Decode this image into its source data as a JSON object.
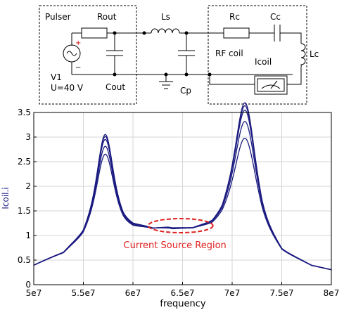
{
  "schematic": {
    "pulser_box_label": "Pulser",
    "coil_box_label": "",
    "labels": {
      "rout": "Rout",
      "ls": "Ls",
      "rc": "Rc",
      "cc": "Cc",
      "rf_coil": "RF coil",
      "icoil": "Icoil",
      "lc": "Lc",
      "v1": "V1",
      "u": "U=40 V",
      "cout": "Cout",
      "cp": "Cp",
      "plus": "+",
      "minus": "−"
    }
  },
  "chart_data": {
    "type": "line",
    "xlabel": "frequency",
    "ylabel": "Icoil.i",
    "xlim": [
      50000000,
      80000000
    ],
    "ylim": [
      0,
      3.5
    ],
    "xticks": [
      "5e7",
      "5.5e7",
      "6e7",
      "6.5e7",
      "7e7",
      "7.5e7",
      "8e7"
    ],
    "yticks": [
      "0",
      "0.5",
      "1",
      "1.5",
      "2",
      "2.5",
      "3",
      "3.5"
    ],
    "grid": true,
    "line_color": "#1a1a80",
    "annotation": {
      "text": "Current Source Region",
      "color": "#e02020",
      "center": [
        64800000,
        1.2
      ]
    },
    "series": [
      {
        "peaks": [
          2.82,
          3.48
        ],
        "x": [
          50000000,
          53000000,
          55000000,
          56000000,
          57000000,
          58000000,
          59000000,
          60000000,
          62000000,
          64000000,
          66000000,
          68000000,
          69000000,
          70000000,
          71000000,
          72000000,
          73000000,
          75000000,
          78000000,
          80000000
        ],
        "values": [
          0.42,
          0.74,
          1.3,
          2.0,
          2.82,
          2.3,
          1.72,
          1.48,
          1.26,
          1.2,
          1.26,
          1.5,
          1.85,
          2.7,
          3.48,
          2.6,
          1.6,
          0.78,
          0.42,
          0.32
        ]
      },
      {
        "peaks": [
          2.78,
          3.42
        ],
        "x": [
          50000000,
          53000000,
          55000000,
          56000000,
          57000000,
          58000000,
          59000000,
          60000000,
          62000000,
          64000000,
          66000000,
          68000000,
          69000000,
          70000000,
          71000000,
          72000000,
          73000000,
          75000000,
          78000000,
          80000000
        ],
        "values": [
          0.42,
          0.74,
          1.3,
          1.98,
          2.78,
          2.28,
          1.71,
          1.47,
          1.26,
          1.21,
          1.27,
          1.5,
          1.85,
          2.68,
          3.42,
          2.58,
          1.6,
          0.78,
          0.42,
          0.32
        ]
      },
      {
        "peaks": [
          2.72,
          3.33
        ],
        "x": [
          50000000,
          53000000,
          55000000,
          56000000,
          57000000,
          58000000,
          59000000,
          60000000,
          62000000,
          64000000,
          66000000,
          68000000,
          69000000,
          70000000,
          71000000,
          72000000,
          73000000,
          75000000,
          78000000,
          80000000
        ],
        "values": [
          0.42,
          0.74,
          1.3,
          1.96,
          2.72,
          2.25,
          1.7,
          1.47,
          1.26,
          1.22,
          1.27,
          1.5,
          1.84,
          2.62,
          3.33,
          2.55,
          1.6,
          0.78,
          0.42,
          0.32
        ]
      },
      {
        "peaks": [
          2.58,
          3.1
        ],
        "x": [
          50000000,
          53000000,
          55000000,
          56000000,
          57000000,
          58000000,
          59000000,
          60000000,
          62000000,
          64000000,
          66000000,
          68000000,
          69000000,
          70000000,
          71000000,
          72000000,
          73000000,
          75000000,
          78000000,
          80000000
        ],
        "values": [
          0.42,
          0.74,
          1.29,
          1.92,
          2.58,
          2.18,
          1.68,
          1.46,
          1.26,
          1.23,
          1.28,
          1.5,
          1.82,
          2.5,
          3.1,
          2.45,
          1.58,
          0.78,
          0.42,
          0.32
        ]
      },
      {
        "peaks": [
          2.42,
          2.76
        ],
        "x": [
          50000000,
          53000000,
          55000000,
          56000000,
          57000000,
          58000000,
          59000000,
          60000000,
          62000000,
          64000000,
          66000000,
          68000000,
          69000000,
          70000000,
          71000000,
          72000000,
          73000000,
          75000000,
          78000000,
          80000000
        ],
        "values": [
          0.42,
          0.74,
          1.28,
          1.86,
          2.42,
          2.1,
          1.66,
          1.45,
          1.27,
          1.24,
          1.29,
          1.5,
          1.8,
          2.35,
          2.76,
          2.3,
          1.55,
          0.78,
          0.42,
          0.32
        ]
      }
    ]
  }
}
